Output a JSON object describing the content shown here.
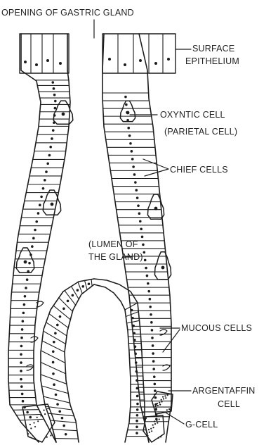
{
  "labels": {
    "opening": "OPENING OF GASTRIC  GLAND",
    "surface_1": "SURFACE",
    "surface_2": "EPITHELIUM",
    "oxyntic_1": "OXYNTIC CELL",
    "oxyntic_2": "(PARIETAL CELL)",
    "chief": "CHIEF CELLS",
    "lumen_1": "(LUMEN OF",
    "lumen_2": "THE GLAND)",
    "mucous": "MUCOUS CELLS",
    "argentaffin_1": "ARGENTAFFIN",
    "argentaffin_2": "CELL",
    "gcell": "G-CELL"
  }
}
